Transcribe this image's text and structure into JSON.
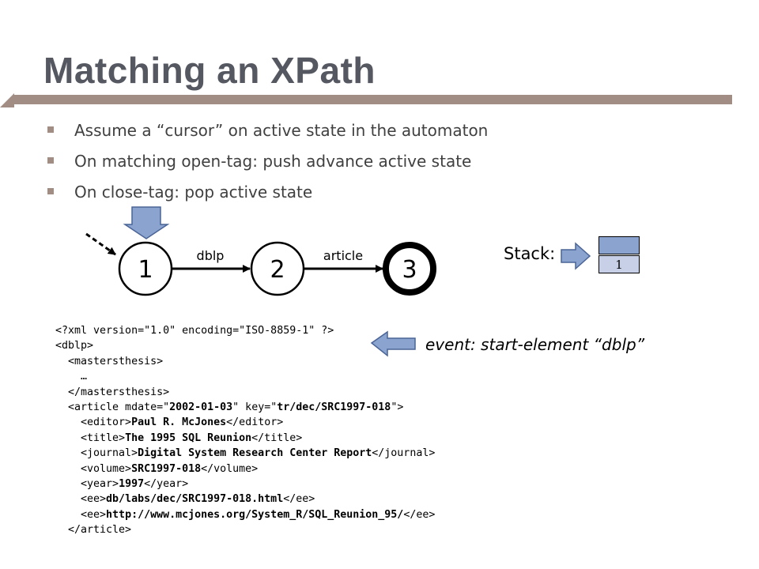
{
  "slide": {
    "title": "Matching an XPath",
    "bullets": [
      "Assume a “cursor” on active state in the automaton",
      "On matching open-tag:  push advance active state",
      "On close-tag:  pop active state"
    ]
  },
  "automaton": {
    "states": [
      "1",
      "2",
      "3"
    ],
    "edges": [
      "dblp",
      "article"
    ],
    "accepting_state": "3",
    "active_state": "1"
  },
  "stack": {
    "label": "Stack:",
    "top_value": "",
    "bottom_value": "1"
  },
  "event_text": "event:  start-element “dblp”",
  "xml_lines": [
    [
      "<?xml version=\"1.0\" encoding=\"ISO-8859-1\" ?>"
    ],
    [
      "<dblp>"
    ],
    [
      "  <mastersthesis>"
    ],
    [
      "    …"
    ],
    [
      "  </mastersthesis>"
    ],
    [
      "  <article mdate=\"",
      "2002-01-03",
      "\" key=\"",
      "tr/dec/SRC1997-018",
      "\">"
    ],
    [
      "    <editor>",
      "Paul R. McJones",
      "</editor>"
    ],
    [
      "    <title>",
      "The 1995 SQL Reunion",
      "</title>"
    ],
    [
      "    <journal>",
      "Digital System Research Center Report",
      "</journal>"
    ],
    [
      "    <volume>",
      "SRC1997-018",
      "</volume>"
    ],
    [
      "    <year>",
      "1997",
      "</year>"
    ],
    [
      "    <ee>",
      "db/labs/dec/SRC1997-018.html",
      "</ee>"
    ],
    [
      "    <ee>",
      "http://www.mcjones.org/System_R/SQL_Reunion_95/",
      "</ee>"
    ],
    [
      "  </article>"
    ]
  ],
  "colors": {
    "title": "#555761",
    "accent": "#a28d84",
    "arrow_fill": "#8aa3cf",
    "arrow_stroke": "#4a6496"
  }
}
